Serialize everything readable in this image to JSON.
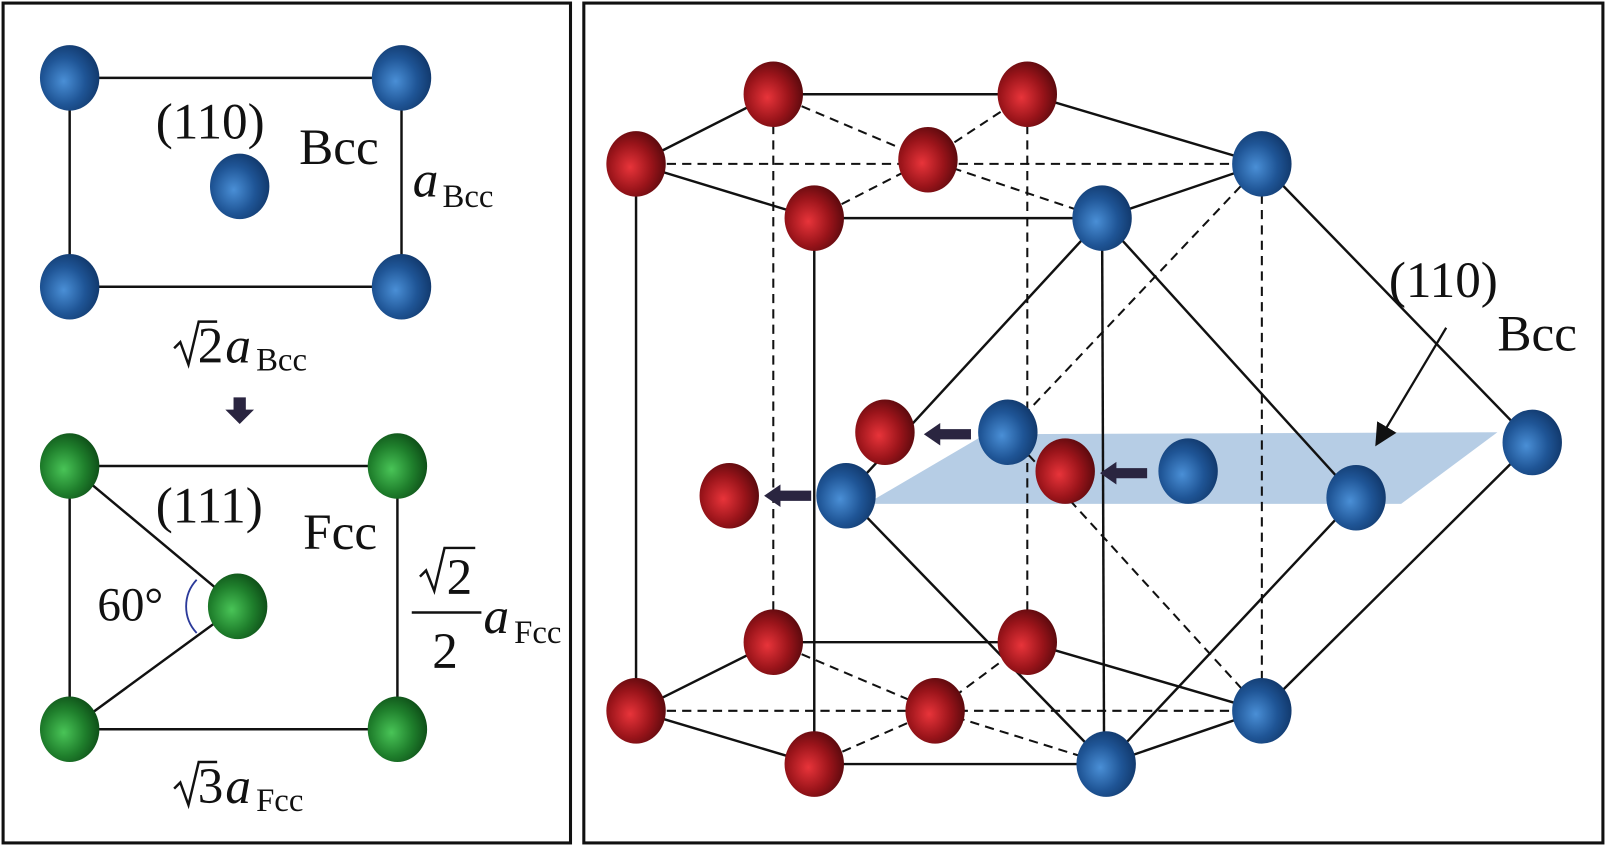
{
  "left_panel": {
    "bcc_plane_label": "(110)",
    "bcc_plane_sub": "Bcc",
    "bcc_height_label": "a",
    "bcc_height_sub": "Bcc",
    "bcc_width_root": "2",
    "bcc_width_a": "a",
    "bcc_width_sub": "Bcc",
    "fcc_plane_label": "(111)",
    "fcc_plane_sub": "Fcc",
    "angle_label": "60°",
    "fcc_height_num": "2",
    "fcc_height_den": "2",
    "fcc_height_a": "a",
    "fcc_height_sub": "Fcc",
    "fcc_width_root": "3",
    "fcc_width_a": "a",
    "fcc_width_sub": "Fcc"
  },
  "right_panel": {
    "plane_label": "(110)",
    "plane_sub": "Bcc"
  },
  "colors": {
    "bcc_atom": "#2f6fb8",
    "fcc_atom": "#2e9a3a",
    "hcp_atom": "#b3191e",
    "plane": "#a9c4e0",
    "arrow": "#2a2540"
  }
}
